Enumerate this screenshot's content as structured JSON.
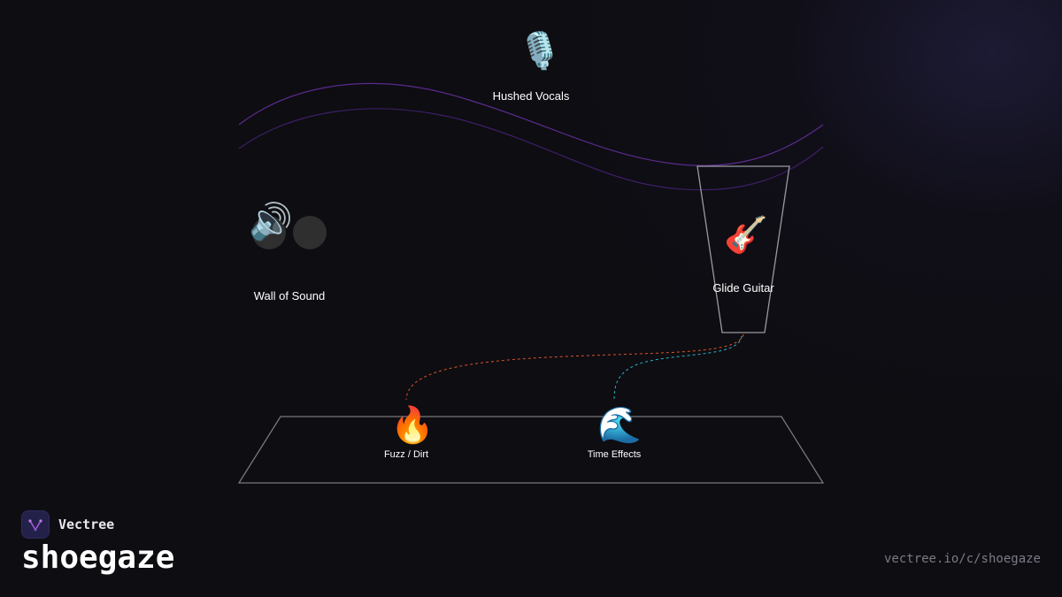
{
  "nodes": {
    "vocals": {
      "icon": "🎙️",
      "icon_name": "microphone-icon",
      "label": "Hushed Vocals"
    },
    "wall": {
      "icon": "🔊",
      "icon_name": "speaker-icon",
      "label": "Wall of Sound"
    },
    "guitar": {
      "icon": "🎸",
      "icon_name": "guitar-icon",
      "label": "Glide Guitar"
    },
    "fuzz": {
      "icon": "🔥",
      "icon_name": "fire-icon",
      "label": "Fuzz / Dirt"
    },
    "time": {
      "icon": "🌊",
      "icon_name": "wave-icon",
      "label": "Time Effects"
    }
  },
  "colors": {
    "wave": "#5a2a8c",
    "outline": "#8a8a90",
    "fuzz_link": "#d9542a",
    "time_link": "#2ab3c4"
  },
  "footer": {
    "brand": "Vectree",
    "logo_icon": "vectree-logo-icon",
    "title": "shoegaze",
    "url": "vectree.io/c/shoegaze"
  }
}
